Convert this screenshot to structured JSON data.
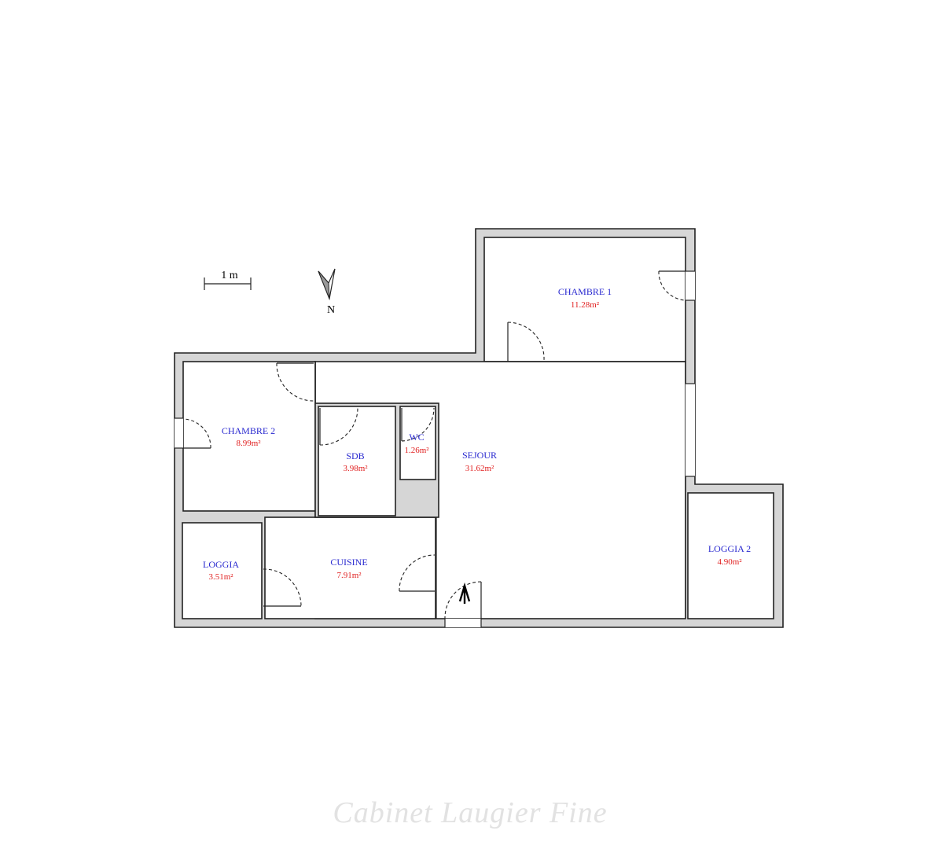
{
  "scale": {
    "label": "1 m"
  },
  "north": {
    "label": "N"
  },
  "rooms": {
    "chambre1": {
      "name": "CHAMBRE 1",
      "area": "11.28m²"
    },
    "chambre2": {
      "name": "CHAMBRE 2",
      "area": "8.99m²"
    },
    "sdb": {
      "name": "SDB",
      "area": "3.98m²"
    },
    "wc": {
      "name": "WC",
      "area": "1.26m²"
    },
    "sejour": {
      "name": "SEJOUR",
      "area": "31.62m²"
    },
    "loggia": {
      "name": "LOGGIA",
      "area": "3.51m²"
    },
    "cuisine": {
      "name": "CUISINE",
      "area": "7.91m²"
    },
    "loggia2": {
      "name": "LOGGIA 2",
      "area": "4.90m²"
    }
  },
  "watermark": {
    "text": "Cabinet Laugier Fine"
  }
}
